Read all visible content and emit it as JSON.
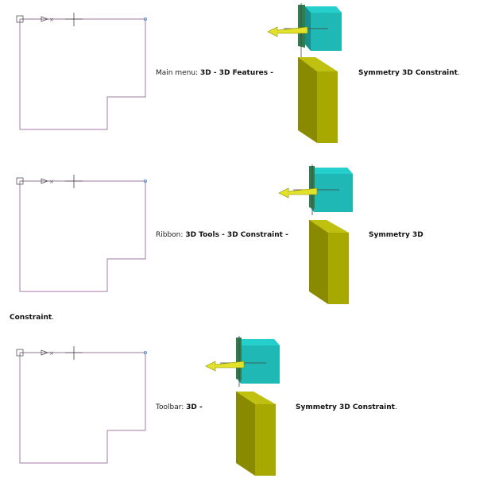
{
  "rows": [
    {
      "label": "Main menu:",
      "path": "3D - 3D Features -",
      "command": "Symmetry 3D Constraint",
      "suffix": "."
    },
    {
      "label": "Ribbon:",
      "path": "3D Tools - 3D Constraint -",
      "command": "Symmetry 3D",
      "command_wrap": "Constraint",
      "suffix": "."
    },
    {
      "label": "Toolbar:",
      "path": "3D -",
      "command": "Symmetry 3D Constraint",
      "suffix": "."
    }
  ],
  "colors": {
    "sketch_line": "#a678a8",
    "cube_front": "#1fb8b4",
    "cube_top": "#24cfcc",
    "cube_side": "#188f8c",
    "plane": "#2f7d4e",
    "arrow": "#e2e22a",
    "block_front": "#a7a800",
    "block_side": "#8a8a00",
    "block_top": "#c0c010"
  }
}
